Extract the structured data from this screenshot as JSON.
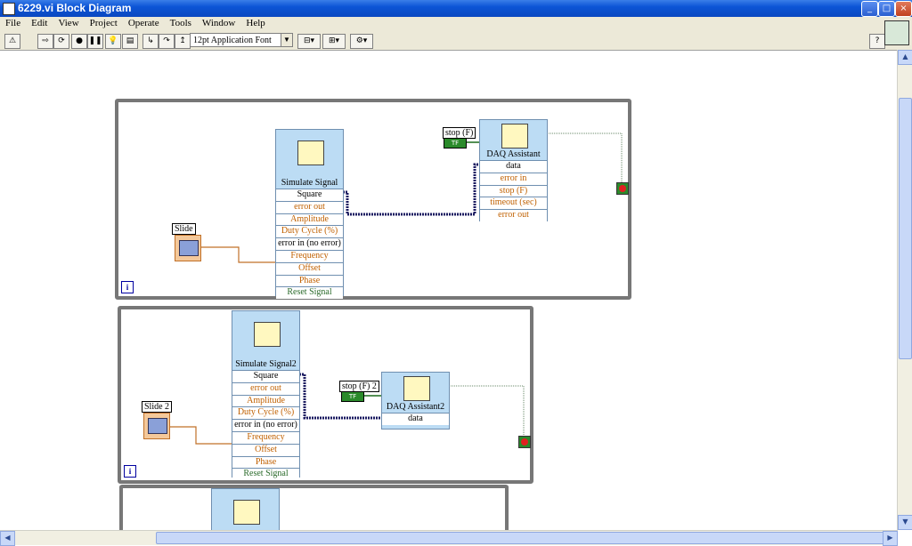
{
  "window": {
    "title": "6229.vi Block Diagram",
    "buttons": {
      "minimize": "_",
      "maximize": "□",
      "close": "×"
    }
  },
  "menu": [
    "File",
    "Edit",
    "View",
    "Project",
    "Operate",
    "Tools",
    "Window",
    "Help"
  ],
  "toolbar": {
    "font": "12pt Application Font",
    "help": "?"
  },
  "loop1": {
    "slide_label": "Slide",
    "simulate": {
      "title": "Simulate Signal",
      "rows": [
        "Square",
        "error out",
        "Amplitude",
        "Duty Cycle (%)",
        "error in (no error)",
        "Frequency",
        "Offset",
        "Phase",
        "Reset Signal"
      ]
    },
    "stop_label": "stop (F)",
    "bool_text": "TF",
    "daq": {
      "title": "DAQ Assistant",
      "rows": [
        "data",
        "error in",
        "stop (F)",
        "timeout (sec)",
        "error out"
      ]
    },
    "iter": "i"
  },
  "loop2": {
    "slide_label": "Slide 2",
    "simulate": {
      "title": "Simulate Signal2",
      "rows": [
        "Square",
        "error out",
        "Amplitude",
        "Duty Cycle (%)",
        "error in (no error)",
        "Frequency",
        "Offset",
        "Phase",
        "Reset Signal"
      ]
    },
    "stop_label": "stop (F) 2",
    "bool_text": "TF",
    "daq": {
      "title": "DAQ Assistant2",
      "rows": [
        "data"
      ]
    },
    "iter": "i"
  },
  "colors": {
    "titlebar": "#0a48c0",
    "node_bg": "#bcdcf4",
    "loop_border": "#777777",
    "wire_dynamic": "#1a1a60",
    "wire_numeric": "#c07028"
  }
}
